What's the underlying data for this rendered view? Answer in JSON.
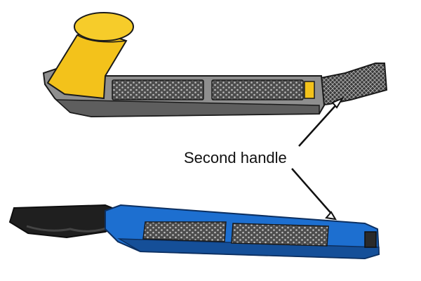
{
  "annotation": {
    "label": "Second handle"
  },
  "tools": [
    {
      "id": "plane-rasp-yellow",
      "handle_color": "#f3c21b",
      "body_color": "#8c8c8c",
      "blade_color": "#4a4a4a"
    },
    {
      "id": "file-rasp-blue",
      "handle_color": "#222222",
      "body_color": "#1d6fd0",
      "blade_color": "#4a4a4a"
    }
  ]
}
